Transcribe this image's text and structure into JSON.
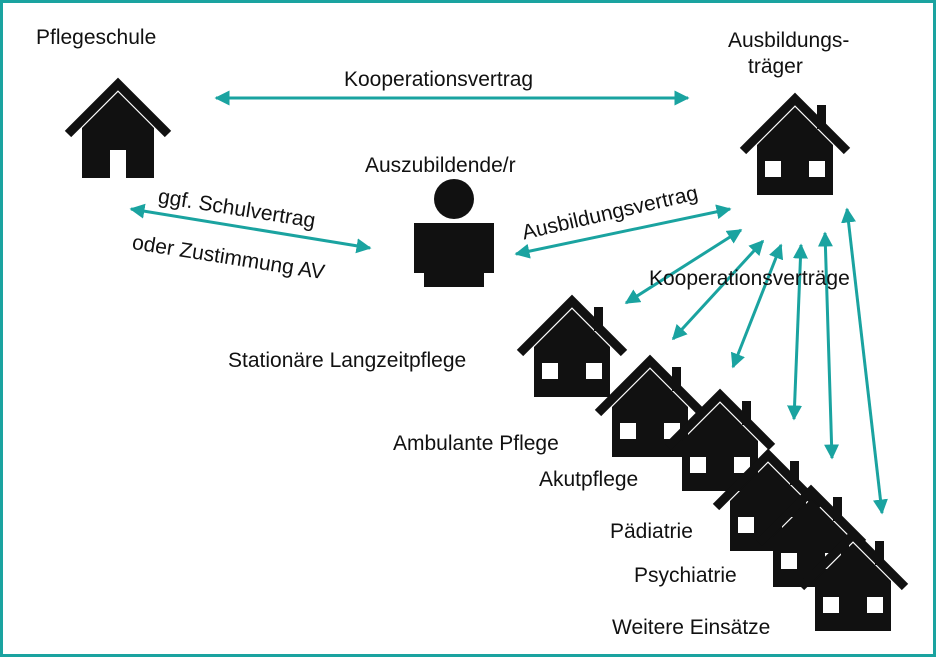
{
  "labels": {
    "pflegeschule": "Pflegeschule",
    "traeger_line1": "Ausbildungs-",
    "traeger_line2": "träger",
    "kooperationsvertrag": "Kooperationsvertrag",
    "auszubildende": "Auszubildende/r",
    "schulvertrag": "ggf. Schulvertrag",
    "zustimmung": "oder Zustimmung AV",
    "ausbildungsvertrag": "Ausbildungsvertrag",
    "kooperationsvertraege": "Kooperationsverträge"
  },
  "einsaetze": [
    "Stationäre Langzeitpflege",
    "Ambulante Pflege",
    "Akutpflege",
    "Pädiatrie",
    "Psychiatrie",
    "Weitere Einsätze"
  ],
  "colors": {
    "accent": "#1aa3a0",
    "icon": "#111111",
    "background": "#ffffff"
  },
  "icons": [
    "house-icon",
    "person-icon",
    "double-arrow-icon"
  ]
}
